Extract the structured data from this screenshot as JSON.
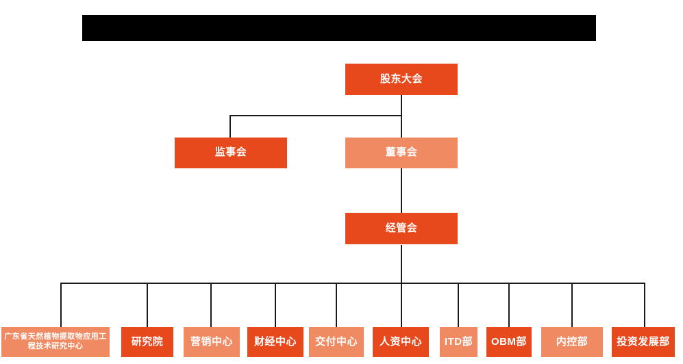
{
  "diagram": {
    "type": "org-chart",
    "title_bar": {
      "label": "",
      "redacted": true,
      "color": "#000000"
    },
    "colors": {
      "dark_orange": "#E8491C",
      "light_salmon": "#EF8A62",
      "connector": "#1a1a1a",
      "background": "#FFFFFF",
      "text": "#FFFFFF"
    },
    "levels": [
      {
        "level": 1,
        "nodes": [
          {
            "id": "shareholders",
            "label": "股东大会",
            "shade": "dark"
          }
        ]
      },
      {
        "level": 2,
        "nodes": [
          {
            "id": "supervisors",
            "label": "监事会",
            "shade": "dark"
          },
          {
            "id": "directors",
            "label": "董事会",
            "shade": "light"
          }
        ]
      },
      {
        "level": 3,
        "nodes": [
          {
            "id": "management",
            "label": "经管会",
            "shade": "dark"
          }
        ]
      },
      {
        "level": 4,
        "nodes": [
          {
            "id": "eng-research-center",
            "label": "广东省天然植物提取物应用工程技术研究中心",
            "shade": "light"
          },
          {
            "id": "research-institute",
            "label": "研究院",
            "shade": "dark"
          },
          {
            "id": "marketing-center",
            "label": "营销中心",
            "shade": "light"
          },
          {
            "id": "finance-center",
            "label": "财经中心",
            "shade": "dark"
          },
          {
            "id": "delivery-center",
            "label": "交付中心",
            "shade": "light"
          },
          {
            "id": "hr-center",
            "label": "人资中心",
            "shade": "dark"
          },
          {
            "id": "itd-dept",
            "label": "ITD部",
            "shade": "light"
          },
          {
            "id": "obm-dept",
            "label": "OBM部",
            "shade": "dark"
          },
          {
            "id": "internal-control-dept",
            "label": "内控部",
            "shade": "light"
          },
          {
            "id": "investment-development-dept",
            "label": "投资发展部",
            "shade": "dark"
          }
        ]
      }
    ]
  }
}
